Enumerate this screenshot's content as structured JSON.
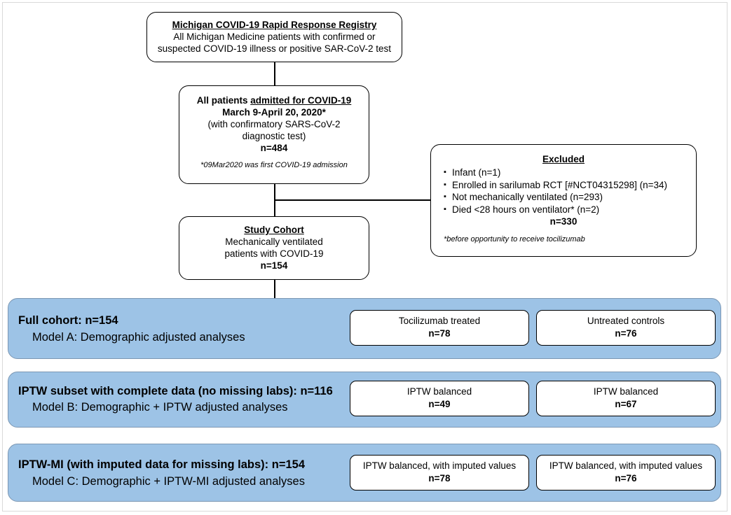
{
  "registry": {
    "title": "Michigan COVID-19 Rapid Response Registry",
    "line1": "All Michigan Medicine patients with confirmed or",
    "line2": "suspected COVID-19 illness or positive SAR-CoV-2 test"
  },
  "admitted": {
    "title_prefix": "All patients ",
    "title_underlined": "admitted for COVID-19",
    "dates": "March 9-April 20, 2020*",
    "line1": "(with confirmatory SARS-CoV-2",
    "line2": "diagnostic test)",
    "n": "n=484",
    "footnote": "*09Mar2020 was first COVID-19 admission"
  },
  "excluded": {
    "title": "Excluded",
    "items": [
      "Infant (n=1)",
      "Enrolled in sarilumab RCT [#NCT04315298] (n=34)",
      "Not mechanically ventilated (n=293)",
      "Died <28 hours on ventilator* (n=2)"
    ],
    "n": "n=330",
    "footnote": "*before opportunity to receive tocilizumab"
  },
  "study_cohort": {
    "title": "Study Cohort",
    "line1": "Mechanically ventilated",
    "line2": "patients with COVID-19",
    "n": "n=154"
  },
  "bands": [
    {
      "title": "Full cohort:  n=154",
      "model": "Model A:  Demographic adjusted analyses",
      "arms": [
        {
          "label": "Tocilizumab treated",
          "n": "n=78"
        },
        {
          "label": "Untreated controls",
          "n": "n=76"
        }
      ]
    },
    {
      "title": "IPTW subset with complete data (no missing labs):  n=116",
      "model": "Model B:  Demographic + IPTW adjusted analyses",
      "arms": [
        {
          "label": "IPTW balanced",
          "n": "n=49"
        },
        {
          "label": "IPTW balanced",
          "n": "n=67"
        }
      ]
    },
    {
      "title": "IPTW-MI (with imputed data for missing labs):  n=154",
      "model": "Model C:  Demographic + IPTW-MI adjusted analyses",
      "arms": [
        {
          "label": "IPTW balanced, with imputed values",
          "n": "n=78"
        },
        {
          "label": "IPTW balanced, with imputed values",
          "n": "n=76"
        }
      ]
    }
  ],
  "colors": {
    "band_fill": "#9dc3e6",
    "band_border": "#7c97b3"
  }
}
